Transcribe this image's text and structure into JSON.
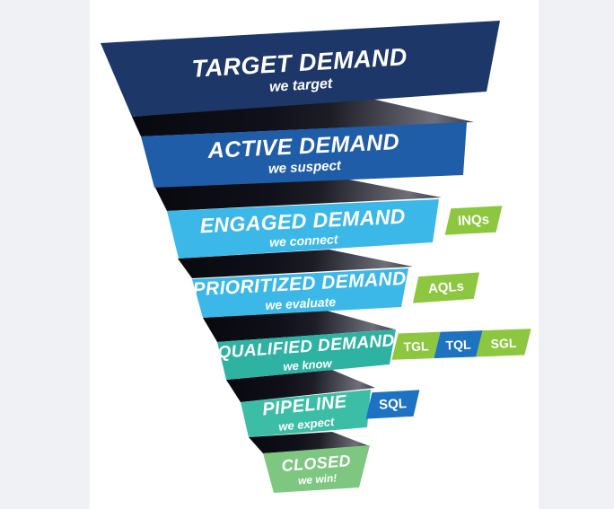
{
  "canvas": {
    "page_bg": "#f0f1f4",
    "surface_bg": "#ffffff",
    "fold_dark": "#0b0b11",
    "fold_light": "#6f6f7a"
  },
  "funnel": {
    "levels": [
      {
        "title": "TARGET DEMAND",
        "subtitle": "we target",
        "color": "#1c3768",
        "tags": []
      },
      {
        "title": "ACTIVE DEMAND",
        "subtitle": "we suspect",
        "color": "#1f5da9",
        "tags": []
      },
      {
        "title": "ENGAGED DEMAND",
        "subtitle": "we connect",
        "color": "#3cb8e8",
        "tags": [
          {
            "label": "INQs",
            "color": "#8dc63f"
          }
        ]
      },
      {
        "title": "PRIORITIZED DEMAND",
        "subtitle": "we evaluate",
        "color": "#3cb8e8",
        "tags": [
          {
            "label": "AQLs",
            "color": "#8dc63f"
          }
        ]
      },
      {
        "title": "QUALIFIED DEMAND",
        "subtitle": "we know",
        "color": "#2eb3a2",
        "tags": [
          {
            "label": "TGL",
            "color": "#8dc63f"
          },
          {
            "label": "TQL",
            "color": "#1e72c2"
          },
          {
            "label": "SGL",
            "color": "#8dc63f"
          }
        ]
      },
      {
        "title": "PIPELINE",
        "subtitle": "we expect",
        "color": "#3cbea6",
        "tags": [
          {
            "label": "SQL",
            "color": "#1e72c2"
          }
        ]
      },
      {
        "title": "CLOSED",
        "subtitle": "we win!",
        "color": "#7ec780",
        "tags": []
      }
    ]
  }
}
